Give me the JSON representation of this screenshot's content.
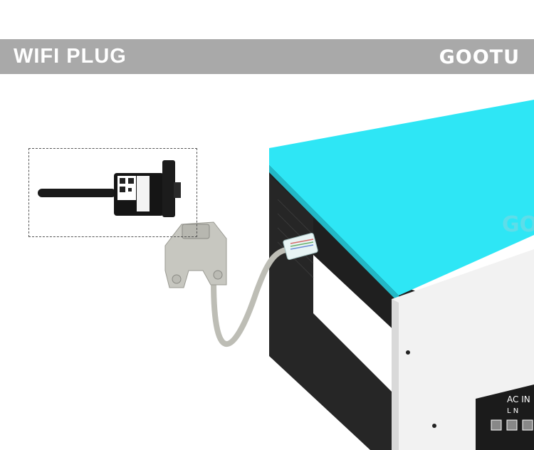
{
  "banner": {
    "title": "WIFI PLUG",
    "logo": "GOOTU"
  },
  "colors": {
    "banner_bg": "#a9a9a9",
    "inverter_top": "#2ee6f5",
    "inverter_body": "#1c1c1c",
    "panel": "#f0f0f0",
    "cable": "#bdbdb5"
  },
  "device_logo": "GO",
  "panel_label": "AC IN",
  "panel_sublabel": "L N"
}
